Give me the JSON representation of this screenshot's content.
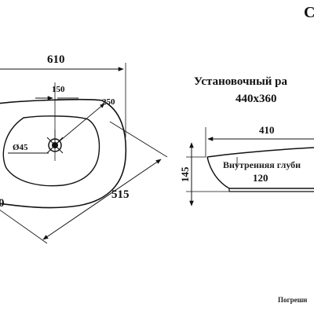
{
  "corner_glyph": "C",
  "top_view": {
    "overall_width": "610",
    "drain_offset": "150",
    "rim_radius": "250",
    "drain_diameter": "Ø45",
    "side_partial": "0",
    "diagonal": "515"
  },
  "title": {
    "line1": "Установочный ра",
    "line2": "440x360"
  },
  "side_view": {
    "top_width": "410",
    "height": "145",
    "depth_label": "Внутренняя глуби",
    "depth_value": "120"
  },
  "footer_note": "Погрешн"
}
